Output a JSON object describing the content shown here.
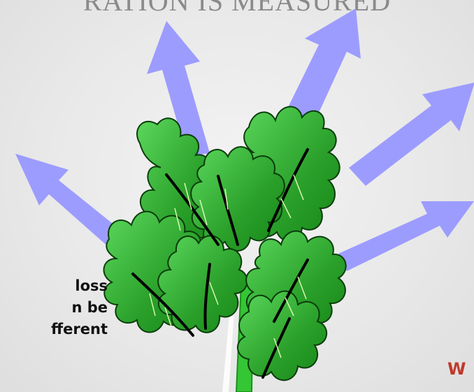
{
  "slide": {
    "title": "RATION IS MEASURED",
    "caption_lines": [
      "loss",
      "n be",
      "fferent"
    ],
    "corner_text": "W"
  },
  "colors": {
    "arrow": "#9c9cff",
    "leaf_dark": "#1e8f1e",
    "leaf_light": "#56d156",
    "stem": "#34c634",
    "vein": "#000000",
    "background": "#e9e9e9",
    "corner_text": "#c0392b"
  },
  "icons": [
    "arrow-icon",
    "plant-illustration"
  ]
}
